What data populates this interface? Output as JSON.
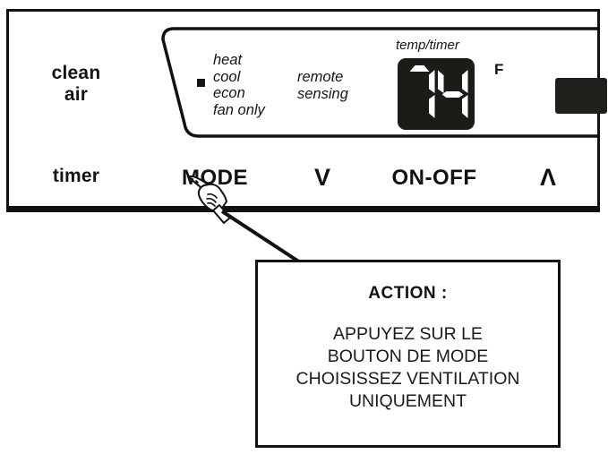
{
  "panel": {
    "clean_air_label": "clean\nair",
    "timer_label": "timer",
    "modes": [
      {
        "label": "heat",
        "active": false
      },
      {
        "label": "cool",
        "active": true
      },
      {
        "label": "econ",
        "active": false
      },
      {
        "label": "fan only",
        "active": false
      }
    ],
    "mode_indicator_icon": "filled-square-indicator-icon",
    "remote_sensing_label": "remote\nsensing",
    "display": {
      "caption": "temp/timer",
      "value": "74",
      "digits": [
        "7",
        "4"
      ],
      "unit": "F",
      "background_color": "#1b1b17",
      "segment_color": "#ffffff"
    },
    "ir_receiver_name": "infrared-receiver-window",
    "ir_receiver_color": "#211f1c",
    "buttons": [
      {
        "id": "mode",
        "label": "MODE"
      },
      {
        "id": "down",
        "label": "V",
        "icon": "chevron-down-icon"
      },
      {
        "id": "onoff",
        "label": "ON-OFF"
      },
      {
        "id": "up",
        "label": "Λ",
        "icon": "chevron-up-icon"
      }
    ]
  },
  "annotation": {
    "hand_icon": "pointing-hand-icon",
    "leader_line_name": "callout-leader-line",
    "callout": {
      "title": "ACTION :",
      "lines": [
        "APPUYEZ SUR LE",
        "BOUTON DE MODE",
        "CHOISISSEZ VENTILATION",
        "UNIQUEMENT"
      ]
    }
  },
  "colors": {
    "ink": "#111111",
    "paper": "#ffffff"
  }
}
